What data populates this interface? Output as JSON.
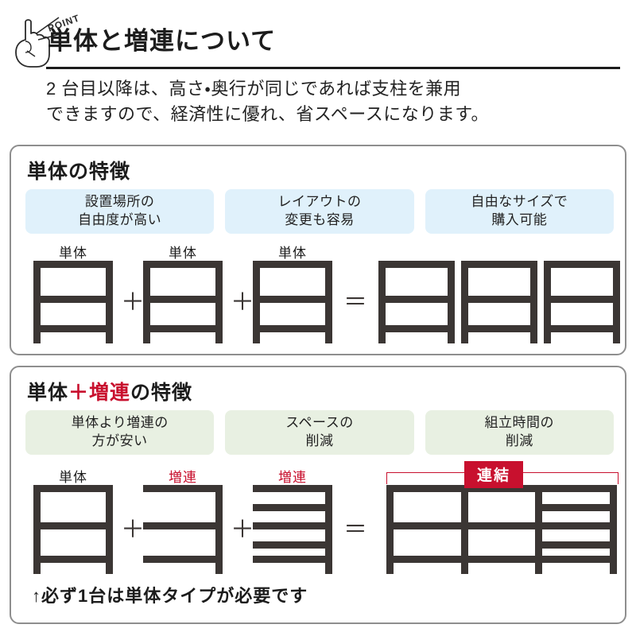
{
  "header": {
    "badge_label": "POINT",
    "badge_icon": "pointing-hand-icon",
    "title": "単体と増連について",
    "lead_line1": "2 台目以降は、高さ・奥行が同じであれば支柱を兼用",
    "lead_line2": "できますので、経済性に優れ、省スペースになります。"
  },
  "colors": {
    "accent_red": "#c8102e",
    "chip_blue": "#e0f1fb",
    "chip_green": "#e8f0e2",
    "shelf_gray": "#3b3634",
    "panel_border": "#8e8e8e",
    "text_dark": "#1c1c1c"
  },
  "sections": [
    {
      "id": "single",
      "title_main": "単体の特徴",
      "title_accent": "",
      "title_tail": "",
      "chip_style": "blue",
      "chips": [
        {
          "line1": "設置場所の",
          "line2": "自由度が高い"
        },
        {
          "line1": "レイアウトの",
          "line2": "変更も容易"
        },
        {
          "line1": "自由なサイズで",
          "line2": "購入可能"
        }
      ],
      "equation": {
        "operand_labels": [
          "単体",
          "単体",
          "単体"
        ],
        "operand_label_colors": [
          "dark",
          "dark",
          "dark"
        ],
        "plus": "＋",
        "equals": "＝",
        "result_units": 3,
        "result_badge": ""
      },
      "note": ""
    },
    {
      "id": "combo",
      "title_main": "単体",
      "title_accent": "＋増連",
      "title_tail": "の特徴",
      "chip_style": "green",
      "chips": [
        {
          "line1": "単体より増連の",
          "line2": "方が安い"
        },
        {
          "line1": "スペースの",
          "line2": "削減"
        },
        {
          "line1": "組立時間の",
          "line2": "削減"
        }
      ],
      "equation": {
        "operand_labels": [
          "単体",
          "増連",
          "増連"
        ],
        "operand_label_colors": [
          "dark",
          "red",
          "red"
        ],
        "plus": "＋",
        "equals": "＝",
        "result_units": 3,
        "result_badge": "連結"
      },
      "note": "↑必ず1台は単体タイプが必要です"
    }
  ]
}
